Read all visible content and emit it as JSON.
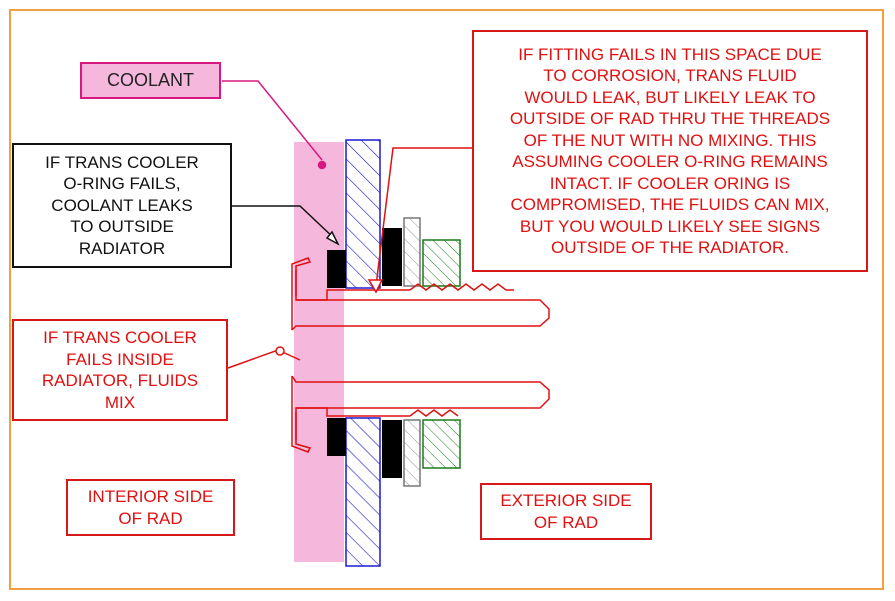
{
  "labels": {
    "coolant": "COOLANT",
    "trans_cooler_oring_fails": "IF TRANS COOLER\nO-RING FAILS,\nCOOLANT LEAKS\nTO OUTSIDE\nRADIATOR",
    "fitting_fails": "IF FITTING FAILS IN THIS SPACE DUE\nTO CORROSION, TRANS FLUID\nWOULD LEAK, BUT LIKELY LEAK TO\nOUTSIDE OF RAD THRU THE THREADS\nOF THE NUT WITH NO MIXING. THIS\nASSUMING COOLER O-RING REMAINS\nINTACT. IF COOLER ORING IS\nCOMPROMISED, THE FLUIDS CAN MIX,\nBUT YOU WOULD LIKELY SEE SIGNS\nOUTSIDE OF THE RADIATOR.",
    "cooler_fails_inside": "IF TRANS COOLER\nFAILS INSIDE\nRADIATOR, FLUIDS\nMIX",
    "interior_side": "INTERIOR SIDE\nOF RAD",
    "exterior_side": "EXTERIOR SIDE\nOF RAD"
  },
  "colors": {
    "frame": "#f0a040",
    "coolant_fill": "#f6b7dc",
    "coolant_border": "#d81880",
    "note_red": "#e01010",
    "hatch_blue": "#1a1ad0",
    "hatch_green": "#1a7a1a",
    "fitting_red": "#e01010"
  }
}
